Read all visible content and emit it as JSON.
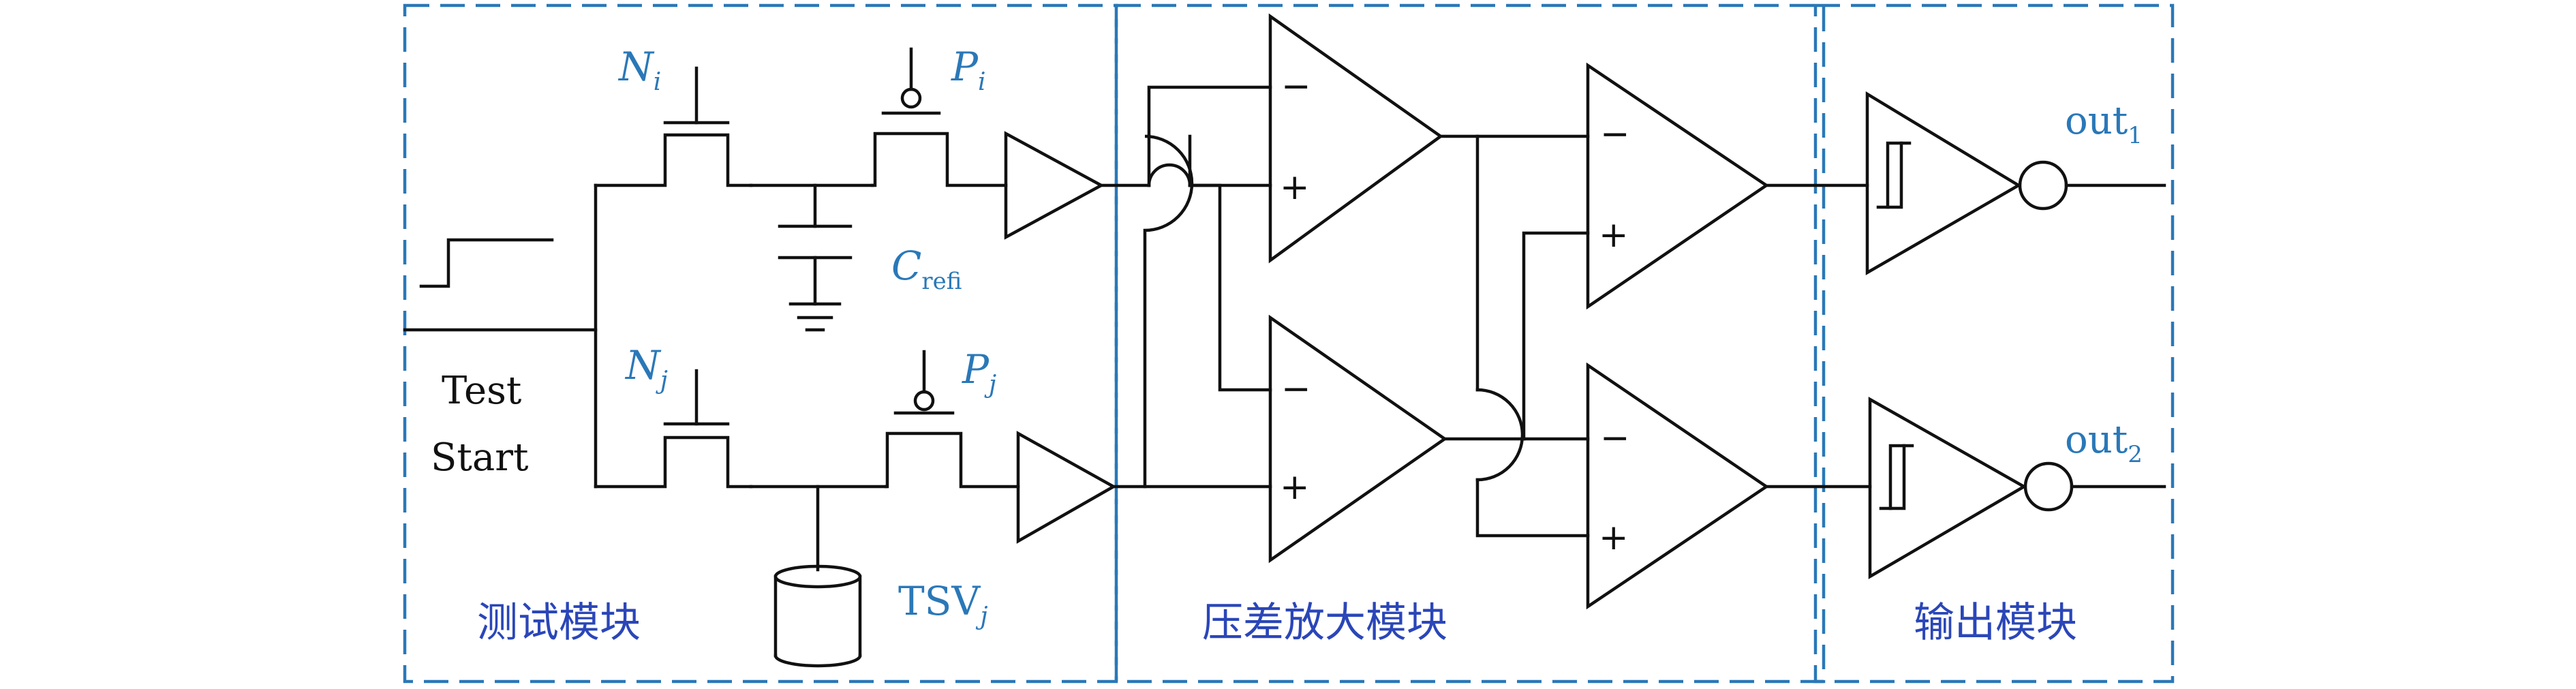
{
  "modules": {
    "test": "测试模块",
    "amp": "压差放大模块",
    "output": "输出模块"
  },
  "labels": {
    "ni": {
      "main": "N",
      "sub": "i"
    },
    "pi": {
      "main": "P",
      "sub": "i"
    },
    "nj": {
      "main": "N",
      "sub": "j"
    },
    "pj": {
      "main": "P",
      "sub": "j"
    },
    "cref": {
      "main": "C",
      "sub": "refi"
    },
    "tsv": {
      "main": "TSV",
      "sub": "j"
    },
    "test_line1": "Test",
    "test_line2": "Start",
    "out1": {
      "main": "out",
      "sub": "1"
    },
    "out2": {
      "main": "out",
      "sub": "2"
    }
  },
  "opamp_signs": {
    "minus": "−",
    "plus": "+"
  },
  "colors": {
    "box": "#2a78b8",
    "label_blue": "#2a78b8",
    "module_text": "#2a46b8",
    "wire": "#111111"
  }
}
